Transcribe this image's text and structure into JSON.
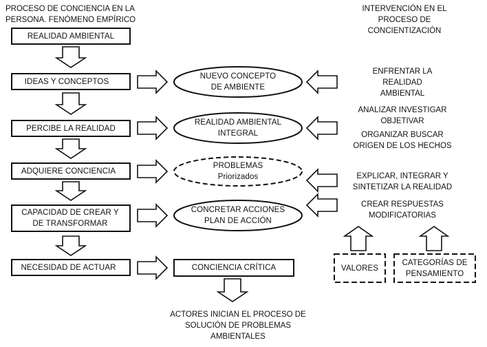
{
  "headers": {
    "left": "PROCESO DE CONCIENCIA EN LA PERSONA. FENÓMENO EMPÍRICO",
    "right": "INTERVENCIÓN EN EL PROCESO DE CONCIENTIZACIÓN"
  },
  "process_steps": [
    "REALIDAD AMBIENTAL",
    "IDEAS Y CONCEPTOS",
    "PERCIBE LA REALIDAD",
    "ADQUIERE CONCIENCIA",
    "CAPACIDAD DE CREAR Y DE TRANSFORMAR",
    "NECESIDAD DE ACTUAR"
  ],
  "concepts": [
    "NUEVO CONCEPTO DE AMBIENTE",
    "REALIDAD AMBIENTAL INTEGRAL",
    "PROBLEMAS Priorizados",
    "CONCRETAR ACCIONES PLAN DE ACCIÓN",
    "CONCIENCIA CRÍTICA"
  ],
  "interventions": [
    "ENFRENTAR LA REALIDAD AMBIENTAL",
    "ANALIZAR INVESTIGAR OBJETIVAR",
    "ORGANIZAR BUSCAR ORIGEN DE LOS HECHOS",
    "EXPLICAR, INTEGRAR Y SINTETIZAR LA REALIDAD",
    "CREAR RESPUESTAS MODIFICATORIAS"
  ],
  "bases": [
    "VALORES",
    "CATEGORÍAS DE PENSAMIENTO"
  ],
  "outcome": "ACTORES INICIAN EL PROCESO DE SOLUCIÓN DE PROBLEMAS AMBIENTALES"
}
